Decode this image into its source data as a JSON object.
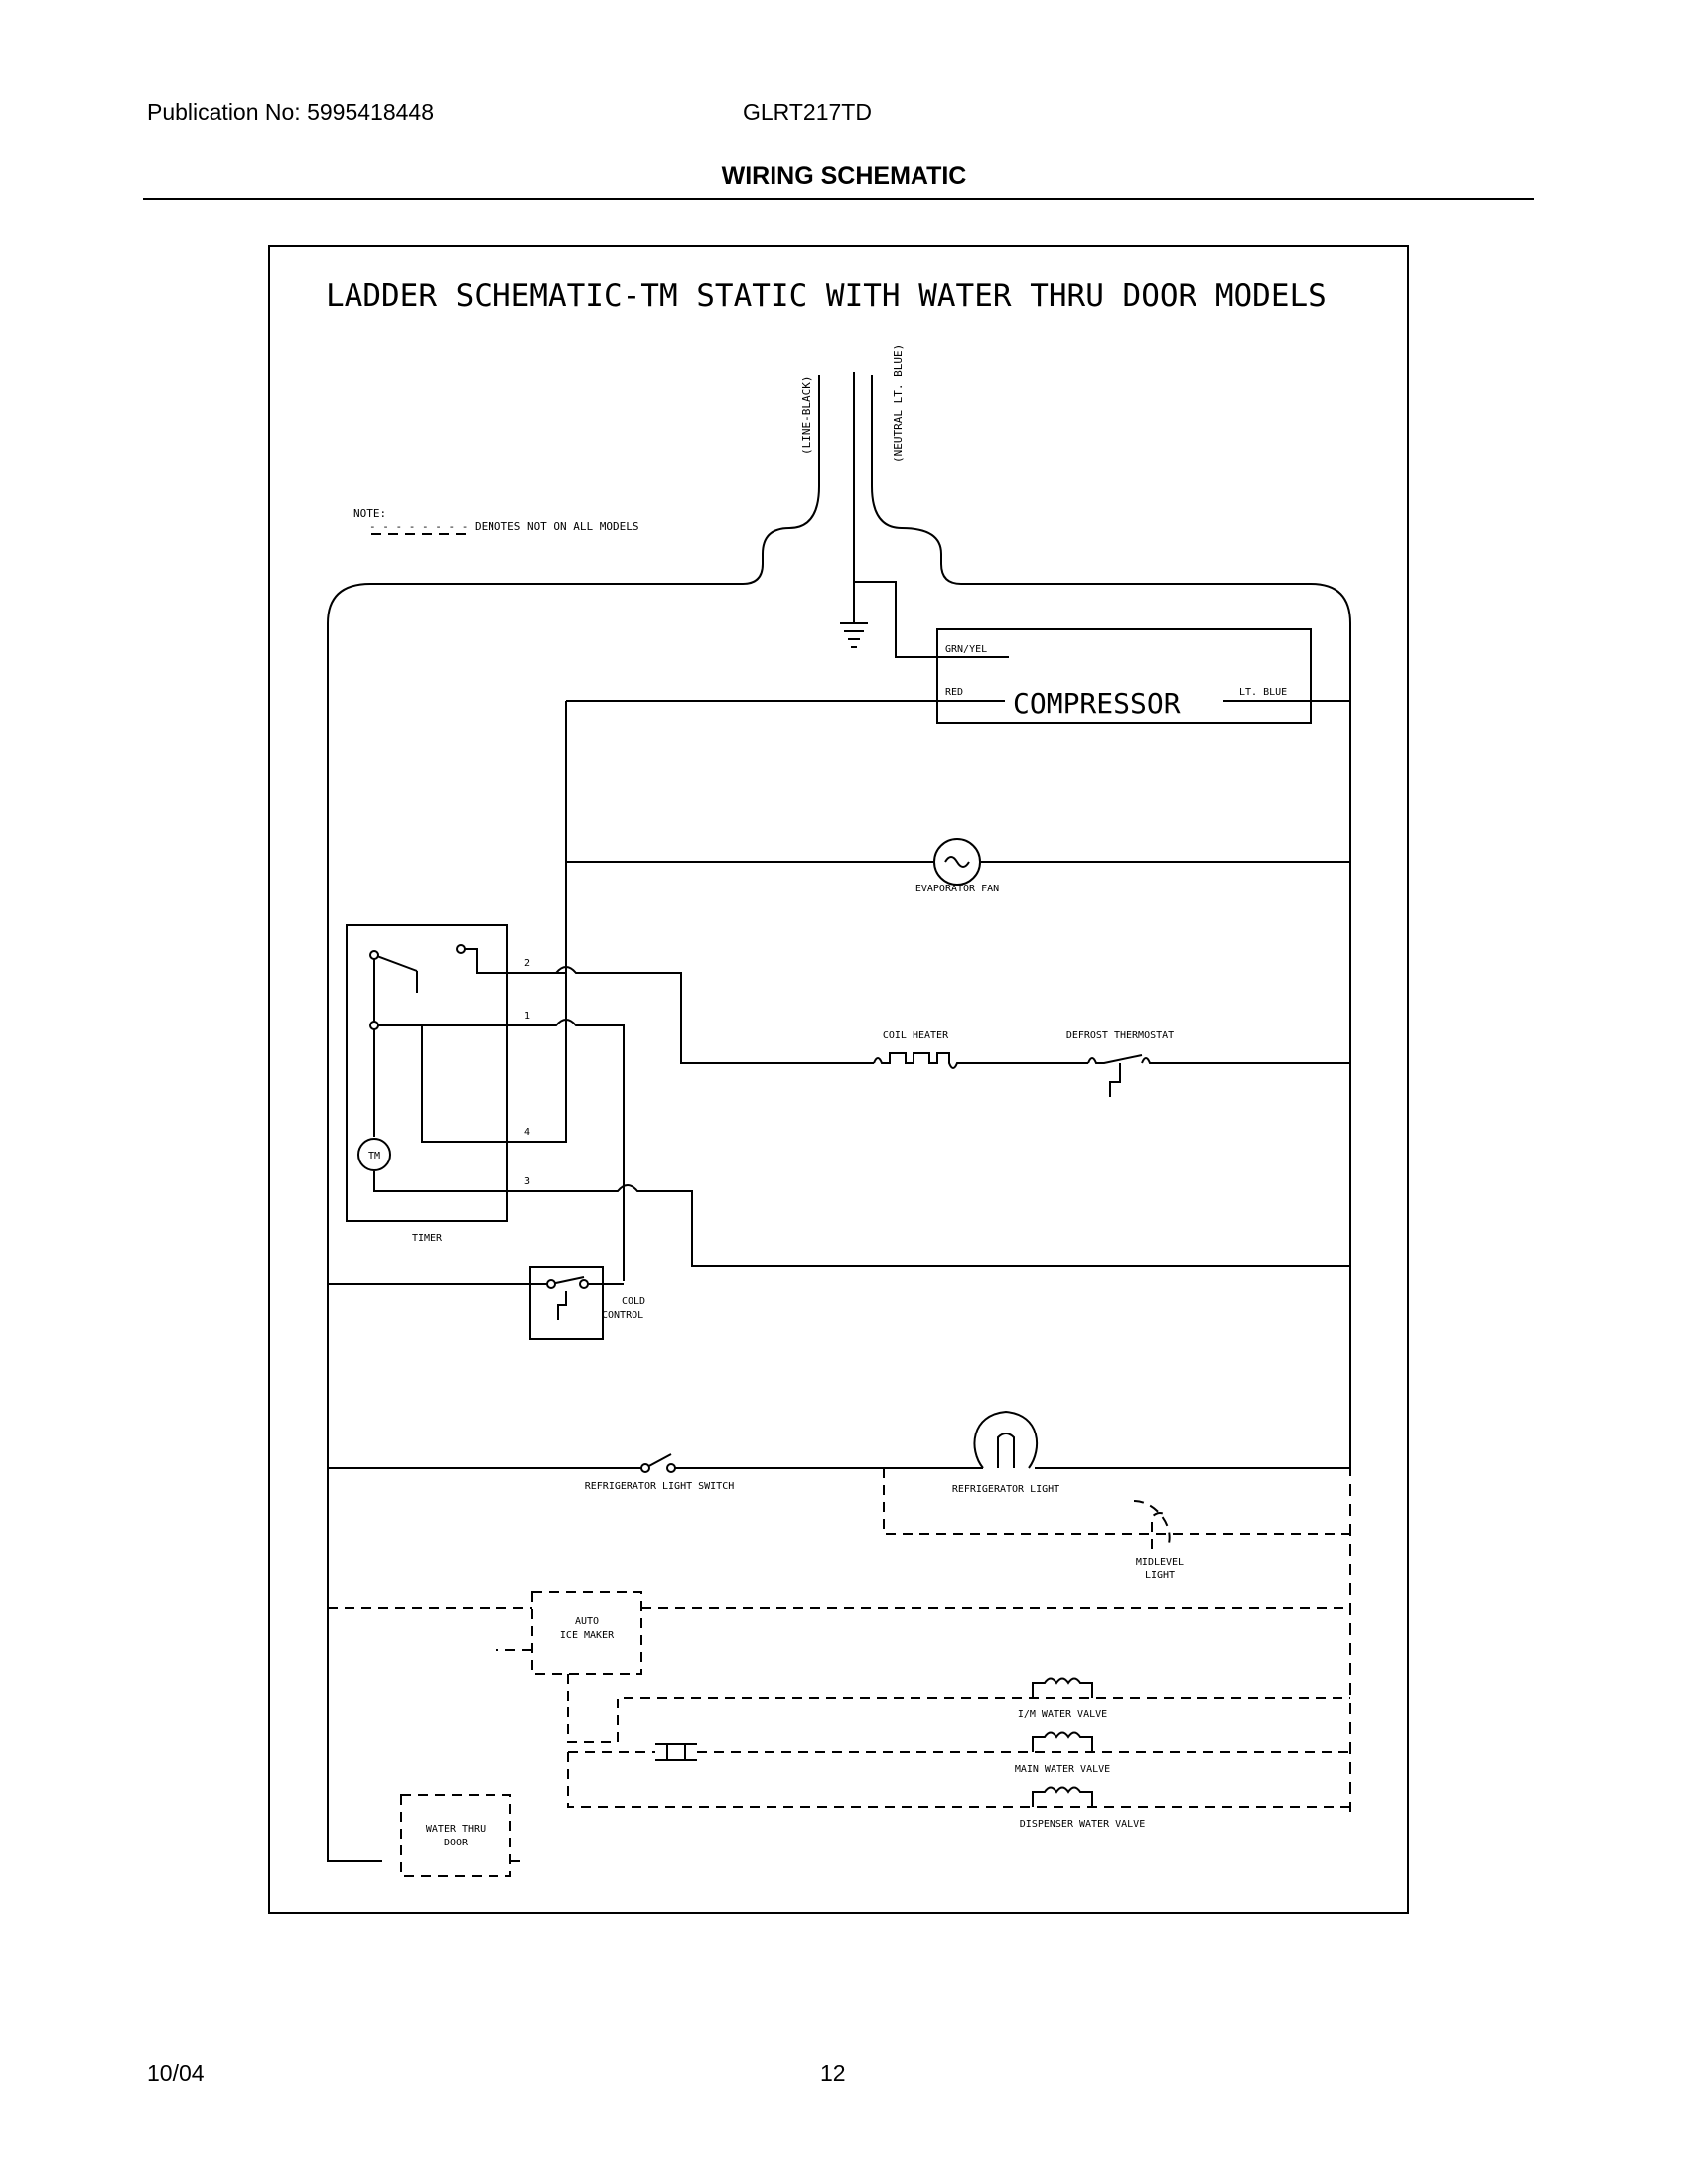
{
  "header": {
    "publication": "Publication No: 5995418448",
    "model": "GLRT217TD",
    "section_title": "WIRING SCHEMATIC"
  },
  "diagram": {
    "title": "LADDER SCHEMATIC-TM STATIC WITH WATER THRU DOOR MODELS",
    "line_label": "(LINE-BLACK)",
    "neutral_label": "(NEUTRAL LT. BLUE)",
    "note_label": "NOTE:",
    "note_text": "- - - - - - - - DENOTES NOT ON ALL MODELS",
    "compressor": {
      "label": "COMPRESSOR",
      "grn_yel": "GRN/YEL",
      "red": "RED",
      "lt_blue": "LT. BLUE"
    },
    "evaporator_fan": "EVAPORATOR FAN",
    "coil_heater": "COIL HEATER",
    "defrost_thermostat": "DEFROST THERMOSTAT",
    "timer": {
      "label": "TIMER",
      "motor": "TM",
      "terminals": [
        "2",
        "1",
        "4",
        "3"
      ]
    },
    "cold_control": [
      "COLD",
      "CONTROL"
    ],
    "refrigerator_light_switch": "REFRIGERATOR LIGHT SWITCH",
    "refrigerator_light": "REFRIGERATOR LIGHT",
    "midlevel_light": [
      "MIDLEVEL",
      "LIGHT"
    ],
    "auto_ice_maker": [
      "AUTO",
      "ICE MAKER"
    ],
    "im_water_valve": "I/M WATER VALVE",
    "main_water_valve": "MAIN WATER VALVE",
    "dispenser_water_valve": "DISPENSER WATER VALVE",
    "water_thru_door": [
      "WATER THRU",
      "DOOR"
    ]
  },
  "footer": {
    "date": "10/04",
    "page": "12"
  }
}
